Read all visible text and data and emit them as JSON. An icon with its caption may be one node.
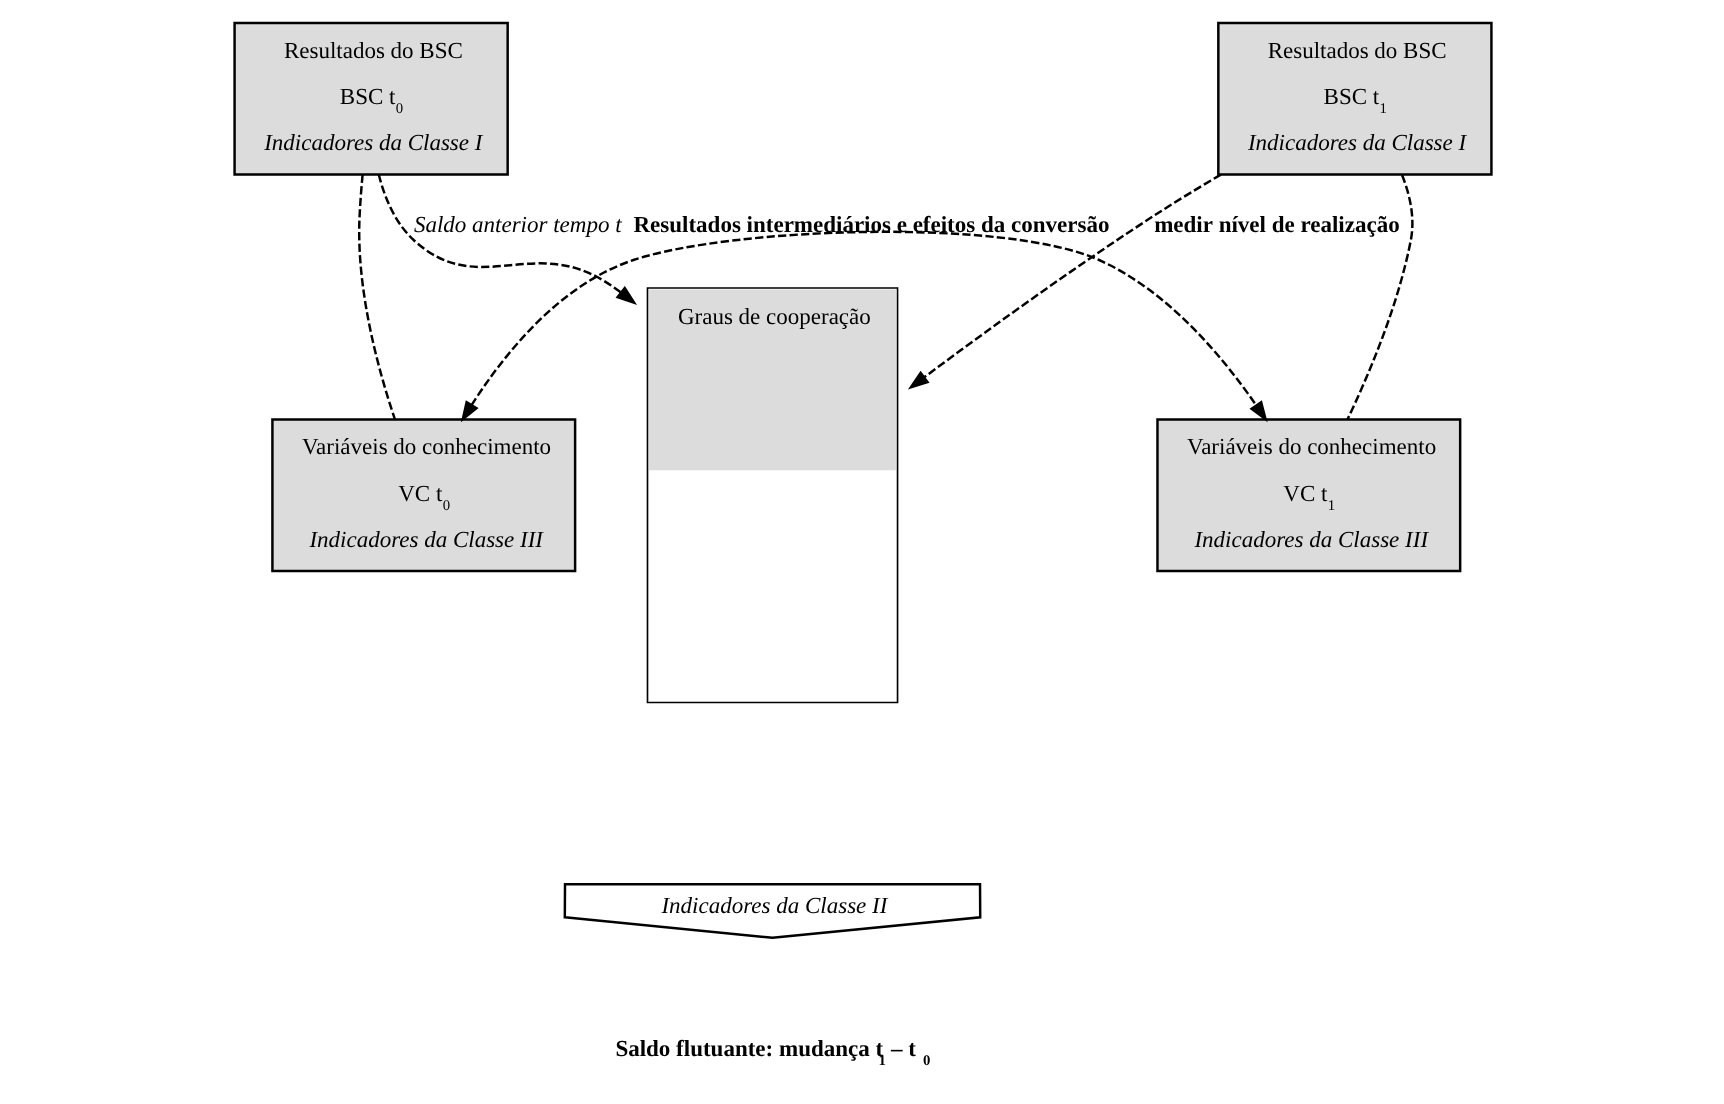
{
  "diagram": {
    "nodes": [
      {
        "text": [
          "Graus de cooperação"
        ]
      },
      {
        "text": [
          "Resultados do BSC",
          "BSC t$_{0}$",
          "Indicadores da Classe I"
        ]
      },
      {
        "text": [
          "Variáveis do conhecimento",
          "VC t$_{0}$",
          "Indicadores da Classe III"
        ]
      },
      {
        "text": [
          "Resultados do BSC",
          "BSC t$_{1}$",
          "Indicadores da Classe I"
        ]
      },
      {
        "text": [
          "Variáveis do conhecimento",
          "VC t$_{1}$",
          "Indicadores da Classe III"
        ]
      },
      {
        "text": [
          "Indicadores da Classe II"
        ]
      }
    ],
    "edges": [
      {
        "from": 1,
        "to": 0,
        "arrow": "to",
        "style": "dashed",
        "label": "Saldo anterior tempo t"
      },
      {
        "from": 3,
        "to": 0,
        "arrow": "to",
        "style": "dashed",
        "label": "medir nível de realização"
      },
      {
        "from": 1,
        "to": 2,
        "arrow": "none",
        "style": "dashed"
      },
      {
        "from": 3,
        "to": 4,
        "arrow": "none",
        "style": "dashed"
      },
      {
        "from": 2,
        "to": 4,
        "arrow": "both",
        "style": "dashed",
        "label": "Resultados intermediários e efeitos da conversão"
      }
    ],
    "labels": [
      "Saldo flutuante: mudança t$_{1}$ – t $_{0}$"
    ]
  }
}
